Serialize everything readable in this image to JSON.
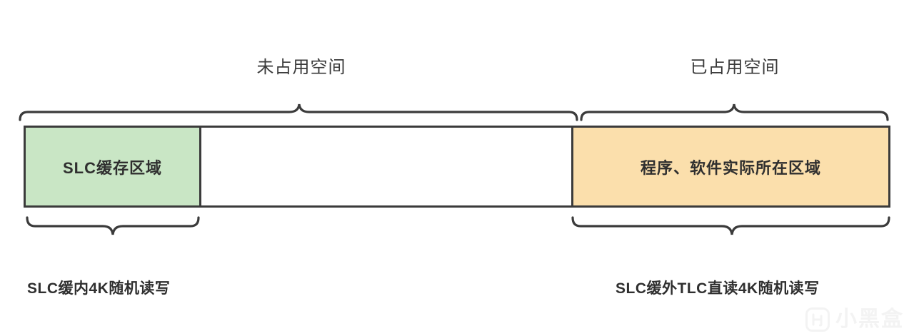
{
  "diagram": {
    "type": "ssd-capacity-partition-diagram",
    "top_labels": {
      "unoccupied": "未占用空间",
      "occupied": "已占用空间"
    },
    "bar_segments": [
      {
        "key": "slc_cache",
        "label": "SLC缓存区域",
        "color": "#c9e6c5"
      },
      {
        "key": "free_space",
        "label": "",
        "color": "#ffffff"
      },
      {
        "key": "used_space",
        "label": "程序、软件实际所在区域",
        "color": "#fbdfac"
      }
    ],
    "bottom_labels": {
      "left": "SLC缓内4K随机读写",
      "right": "SLC缓外TLC直读4K随机读写"
    },
    "colors": {
      "slc_cache_fill": "#c9e6c5",
      "used_space_fill": "#fbdfac",
      "free_space_fill": "#ffffff",
      "stroke": "#3b3b3b",
      "text": "#2f2f2f",
      "label_text": "#3a3a3a",
      "background": "#ffffff"
    }
  },
  "watermark": {
    "text": "小黑盒",
    "icon": "heybox-logo-icon"
  }
}
